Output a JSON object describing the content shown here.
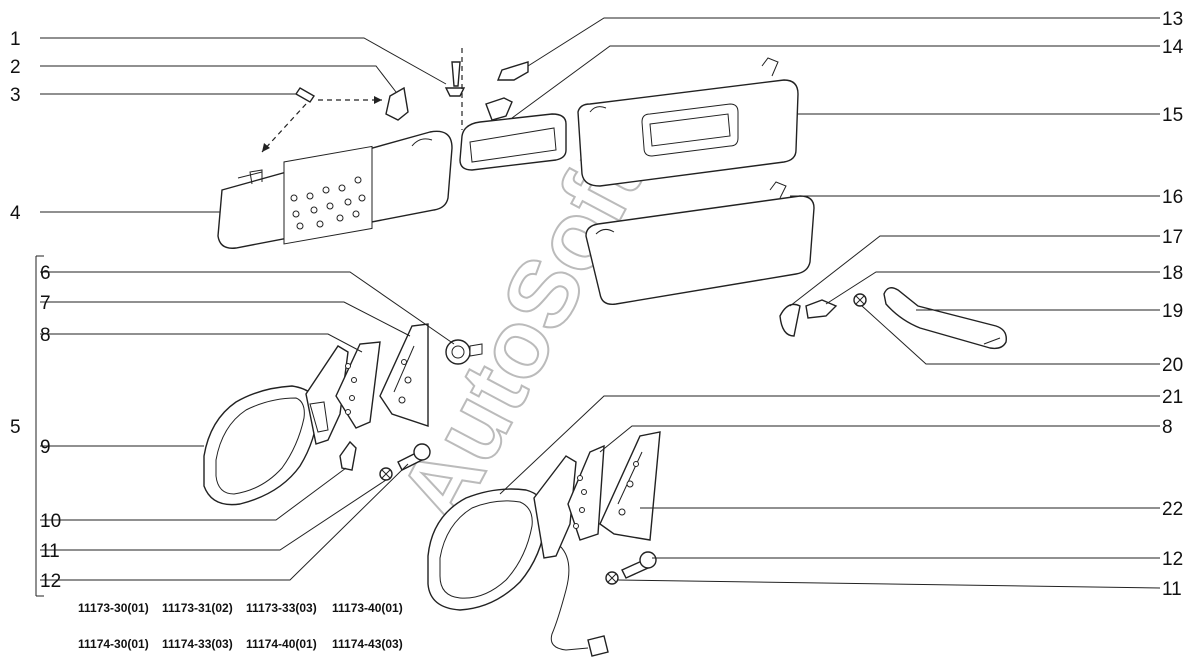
{
  "watermark": "AutoSoft",
  "callouts": {
    "n1": "1",
    "n2": "2",
    "n3": "3",
    "n4": "4",
    "n5": "5",
    "n6": "6",
    "n7": "7",
    "n8a": "8",
    "n9": "9",
    "n10": "10",
    "n11a": "11",
    "n12a": "12",
    "n13": "13",
    "n14": "14",
    "n15": "15",
    "n16": "16",
    "n17": "17",
    "n18": "18",
    "n19": "19",
    "n20": "20",
    "n21": "21",
    "n8b": "8",
    "n22": "22",
    "n12b": "12",
    "n11b": "11"
  },
  "model_codes": {
    "row1": [
      "11173-30(01)",
      "11173-31(02)",
      "11173-33(03)",
      "11173-40(01)"
    ],
    "row2": [
      "11174-30(01)",
      "11174-33(03)",
      "11174-40(01)",
      "11174-43(03)"
    ]
  }
}
